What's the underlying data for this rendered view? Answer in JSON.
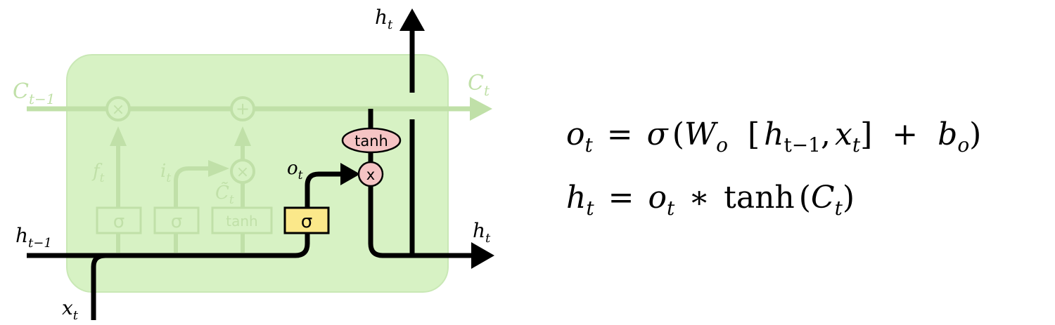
{
  "diagram": {
    "labels": {
      "c_prev": {
        "base": "C",
        "sub": "t−1"
      },
      "c_out": {
        "base": "C",
        "sub": "t"
      },
      "h_top": {
        "base": "h",
        "sub": "t"
      },
      "h_right": {
        "base": "h",
        "sub": "t"
      },
      "h_prev": {
        "base": "h",
        "sub": "t−1"
      },
      "x_in": {
        "base": "x",
        "sub": "t"
      },
      "f_gate": {
        "base": "f",
        "sub": "t"
      },
      "i_gate": {
        "base": "i",
        "sub": "t"
      },
      "c_tilde": {
        "base": "C̃",
        "sub": "t"
      },
      "o_gate": {
        "base": "o",
        "sub": "t"
      }
    },
    "ops": {
      "times": "×",
      "plus": "+",
      "sigma": "σ",
      "tanh": "tanh",
      "x_mark": "x"
    },
    "colors": {
      "cell_fill": "#d7f2c4",
      "cell_stroke": "#c9e8b5",
      "faded": "#c0e0a8",
      "output_gate": "#fbe88a",
      "tanh_pink": "#f5c4c4",
      "line": "#000000"
    }
  },
  "equations": {
    "eq1": {
      "lhs": "o",
      "lhs_sub": "t",
      "eq": "=",
      "sigma": "σ",
      "lp": "(",
      "W": "W",
      "W_sub": "o",
      "lb": "[",
      "h": "h",
      "h_sub": "t−1",
      "comma": ",",
      "x": "x",
      "x_sub": "t",
      "rb": "]",
      "plus": "+",
      "b": "b",
      "b_sub": "o",
      "rp": ")"
    },
    "eq2": {
      "lhs": "h",
      "lhs_sub": "t",
      "eq": "=",
      "o": "o",
      "o_sub": "t",
      "star": "∗",
      "tanh": "tanh",
      "lp": "(",
      "C": "C",
      "C_sub": "t",
      "rp": ")"
    }
  }
}
